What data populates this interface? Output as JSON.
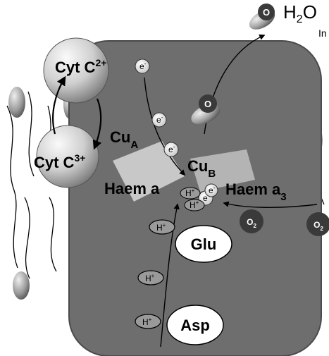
{
  "labels": {
    "water": "H",
    "water_sub": "2",
    "water_tail": "O",
    "membrane_edge": "In",
    "cyt_reduced": "Cyt C",
    "cyt_reduced_charge": "2+",
    "cyt_oxidized": "Cyt C",
    "cyt_oxidized_charge": "3+",
    "cua": "Cu",
    "cua_sub": "A",
    "cub": "Cu",
    "cub_sub": "B",
    "haem_a": "Haem a",
    "haem_a3": "Haem a",
    "haem_a3_sub": "3",
    "glu": "Glu",
    "asp": "Asp",
    "electron": "e",
    "electron_charge": "-",
    "proton": "H",
    "proton_charge": "+",
    "oxygen": "O",
    "o2": "O",
    "o2_sub": "2"
  },
  "colors": {
    "membrane_protein": "#6e6e6e",
    "sphere_light": "#ededed",
    "sphere_dark": "#8a8a8a",
    "dark_circle": "#3a3a3a",
    "heme_plate": "#d8d8d8"
  }
}
